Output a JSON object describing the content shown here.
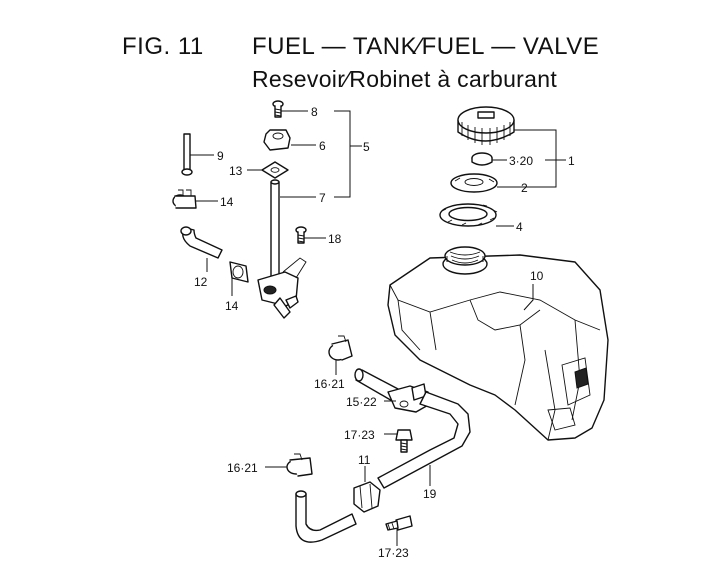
{
  "header": {
    "fig_number": "FIG. 11",
    "title_en": "FUEL — TANK∕FUEL — VALVE",
    "title_fr": "Resevoir∕Robinet à carburant"
  },
  "callouts": {
    "c1": "1",
    "c2": "2",
    "c3_20": "3·20",
    "c4": "4",
    "c5": "5",
    "c6": "6",
    "c7": "7",
    "c8": "8",
    "c9": "9",
    "c10": "10",
    "c11": "11",
    "c12": "12",
    "c13": "13",
    "c14a": "14",
    "c14b": "14",
    "c15_22": "15·22",
    "c16_21a": "16·21",
    "c16_21b": "16·21",
    "c17_23a": "17·23",
    "c17_23b": "17·23",
    "c18": "18",
    "c19": "19"
  },
  "colors": {
    "ink": "#111111",
    "paper": "#ffffff"
  }
}
